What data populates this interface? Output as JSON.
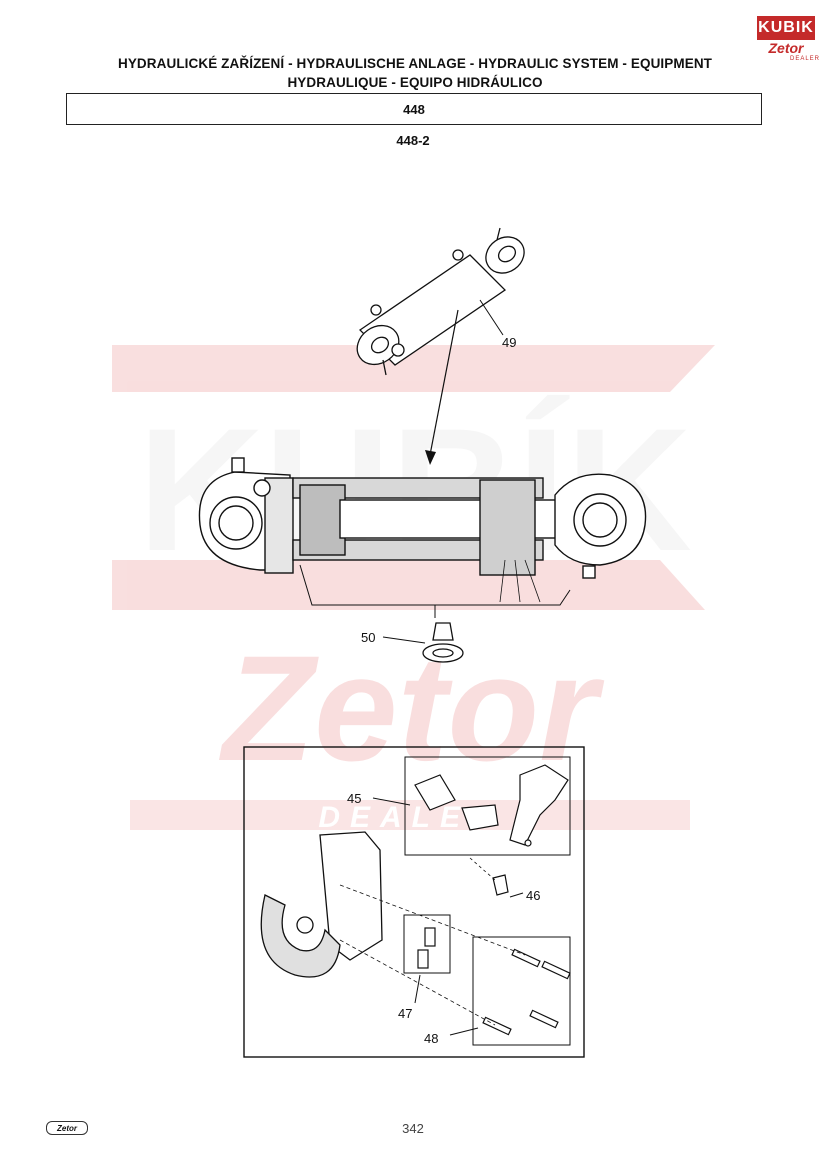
{
  "header": {
    "title_line1": "HYDRAULICKÉ ZAŘÍZENÍ - HYDRAULISCHE ANLAGE - HYDRAULIC SYSTEM - EQUIPMENT",
    "title_line2": "HYDRAULIQUE - EQUIPO HIDRÁULICO",
    "section_code": "448",
    "subsection_code": "448-2"
  },
  "logo": {
    "brand": "KUBIK",
    "sub": "Zetor",
    "dealer": "DEALER"
  },
  "watermark": {
    "brand": "KUBÍK",
    "sub": "Zetor",
    "dealer": "DEALER",
    "color": "#f2b8b8"
  },
  "callouts": {
    "c49": "49",
    "c50": "50",
    "c45": "45",
    "c46": "46",
    "c47": "47",
    "c48": "48"
  },
  "footer": {
    "page_number": "342",
    "logo_text": "Zetor"
  }
}
